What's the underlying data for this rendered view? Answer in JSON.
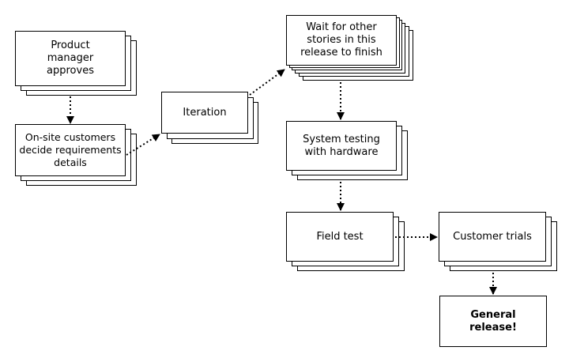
{
  "diagram": {
    "nodes": {
      "product_manager": {
        "text": "Product\nmanager\napproves",
        "layers": 3
      },
      "onsite_customers": {
        "text": "On-site customers\ndecide requirements\ndetails",
        "layers": 3
      },
      "iteration": {
        "text": "Iteration",
        "layers": 3
      },
      "wait_for_stories": {
        "text": "Wait for other\nstories in this\nrelease to finish",
        "layers": 6
      },
      "system_testing": {
        "text": "System testing\nwith hardware",
        "layers": 3
      },
      "field_test": {
        "text": "Field test",
        "layers": 3
      },
      "customer_trials": {
        "text": "Customer trials",
        "layers": 3
      },
      "general_release": {
        "text": "General\nrelease!",
        "layers": 1
      }
    },
    "edges": [
      {
        "from": "product_manager",
        "to": "onsite_customers",
        "style": "dotted"
      },
      {
        "from": "onsite_customers",
        "to": "iteration",
        "style": "dotted"
      },
      {
        "from": "iteration",
        "to": "wait_for_stories",
        "style": "dotted"
      },
      {
        "from": "wait_for_stories",
        "to": "system_testing",
        "style": "dotted"
      },
      {
        "from": "system_testing",
        "to": "field_test",
        "style": "dotted"
      },
      {
        "from": "field_test",
        "to": "customer_trials",
        "style": "dotted"
      },
      {
        "from": "customer_trials",
        "to": "general_release",
        "style": "dotted"
      }
    ],
    "colors": {
      "stroke": "#000000",
      "fill": "#ffffff"
    }
  }
}
